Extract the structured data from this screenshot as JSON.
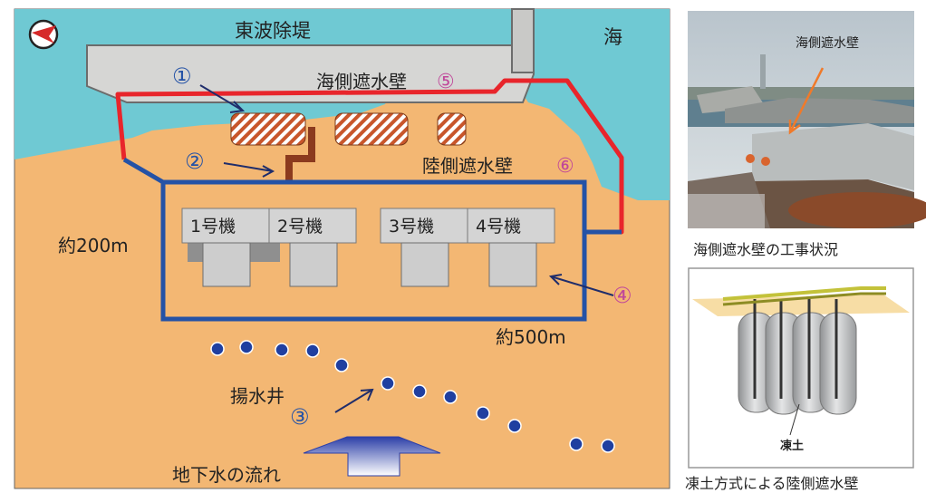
{
  "map": {
    "breakwater_label": "東波除堤",
    "sea_label": "海",
    "sea_wall_label": "海側遮水壁",
    "land_wall_label": "陸側遮水壁",
    "well_label": "揚水井",
    "groundwater_label": "地下水の流れ",
    "width_label": "約500m",
    "height_label": "約200m",
    "units": [
      "1号機",
      "2号機",
      "3号機",
      "4号機"
    ],
    "markers": [
      "①",
      "②",
      "③",
      "④",
      "⑤",
      "⑥"
    ]
  },
  "photo_top": {
    "callout": "海側遮水壁",
    "caption": "海側遮水壁の工事状況"
  },
  "photo_bottom": {
    "label": "凍土",
    "caption": "凍土方式による陸側遮水壁"
  },
  "colors": {
    "sea": "#6fc9d3",
    "land": "#f3b773",
    "sea_wall": "#e8252b",
    "land_wall": "#2452a6",
    "wells": "#1f3fa0",
    "pipe": "#8b3a1e",
    "marker_blue": "#2452a6",
    "marker_pink": "#c0479a"
  }
}
